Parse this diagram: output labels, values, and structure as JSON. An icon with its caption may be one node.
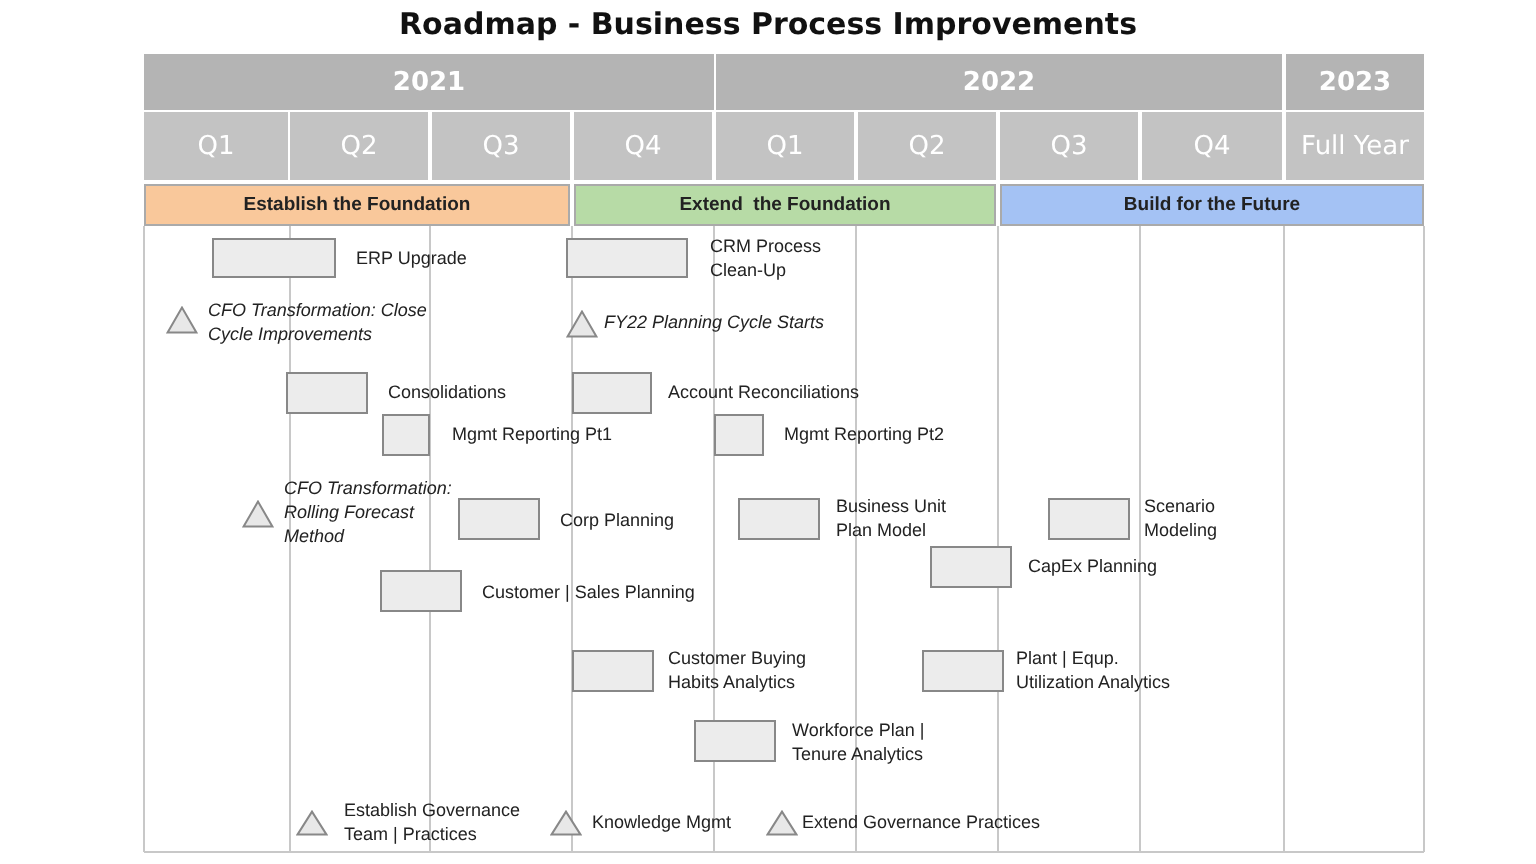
{
  "diagram": {
    "title": "Roadmap - Business Process Improvements",
    "nodes": [
      {
        "text": [
          "2021"
        ]
      },
      {
        "text": [
          "2022"
        ]
      },
      {
        "text": [
          "2023"
        ]
      },
      {
        "text": [
          "Q1"
        ]
      },
      {
        "text": [
          "Q2"
        ]
      },
      {
        "text": [
          "Q3"
        ]
      },
      {
        "text": [
          "Q4"
        ]
      },
      {
        "text": [
          "Q1"
        ]
      },
      {
        "text": [
          "Q2"
        ]
      },
      {
        "text": [
          "Q3"
        ]
      },
      {
        "text": [
          "Q4"
        ]
      },
      {
        "text": [
          "Full Year"
        ]
      },
      {
        "text": [
          "Establish the Foundation"
        ]
      },
      {
        "text": [
          "Extend  the Foundation"
        ]
      },
      {
        "text": [
          "Build for the Future"
        ]
      },
      {
        "text": [],
        "shape": "box",
        "beside": [
          "ERP Upgrade"
        ]
      },
      {
        "text": [],
        "shape": "box",
        "beside": [
          "CRM Process Clean-Up"
        ]
      },
      {
        "text": [],
        "shape": "triangle",
        "beside": [
          "CFO Transformation: Close Cycle Improvements"
        ]
      },
      {
        "text": [],
        "shape": "triangle",
        "beside": [
          "FY22 Planning Cycle Starts"
        ]
      },
      {
        "text": [],
        "shape": "box",
        "beside": [
          "Consolidations"
        ]
      },
      {
        "text": [],
        "shape": "box",
        "beside": [
          "Account Reconciliations"
        ]
      },
      {
        "text": [],
        "shape": "box",
        "beside": [
          "Mgmt Reporting Pt1"
        ]
      },
      {
        "text": [],
        "shape": "box",
        "beside": [
          "Mgmt Reporting Pt2"
        ]
      },
      {
        "text": [],
        "shape": "triangle",
        "beside": [
          "CFO Transformation: Rolling Forecast Method"
        ]
      },
      {
        "text": [],
        "shape": "box",
        "beside": [
          "Corp Planning"
        ]
      },
      {
        "text": [],
        "shape": "box",
        "beside": [
          "Business Unit Plan Model"
        ]
      },
      {
        "text": [],
        "shape": "box",
        "beside": [
          "Scenario Modeling"
        ]
      },
      {
        "text": [],
        "shape": "box",
        "beside": [
          "CapEx Planning"
        ]
      },
      {
        "text": [],
        "shape": "box",
        "beside": [
          "Customer | Sales Planning"
        ]
      },
      {
        "text": [],
        "shape": "box",
        "beside": [
          "Customer Buying Habits Analytics"
        ]
      },
      {
        "text": [],
        "shape": "box",
        "beside": [
          "Plant | Equp. Utilization Analytics"
        ]
      },
      {
        "text": [],
        "shape": "box",
        "beside": [
          "Workforce Plan | Tenure Analytics"
        ]
      },
      {
        "text": [],
        "shape": "triangle",
        "beside": [
          "Establish Governance Team | Practices"
        ]
      },
      {
        "text": [],
        "shape": "triangle",
        "beside": [
          "Knowledge Mgmt"
        ]
      },
      {
        "text": [],
        "shape": "triangle",
        "beside": [
          "Extend Governance Practices"
        ]
      }
    ],
    "edges": []
  }
}
